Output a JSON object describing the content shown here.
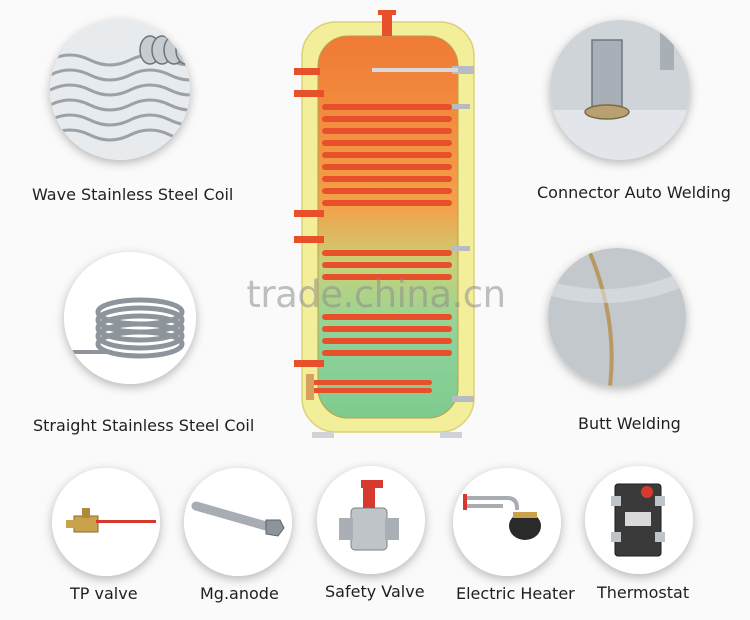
{
  "watermark": "trade.china.cn",
  "features": {
    "wave_coil": "Wave Stainless Steel Coil",
    "straight_coil": "Straight Stainless Steel Coil",
    "connector_welding": "Connector Auto Welding",
    "butt_welding": "Butt Welding"
  },
  "components": {
    "tp_valve": "TP valve",
    "mg_anode": "Mg.anode",
    "safety_valve": "Safety Valve",
    "electric_heater": "Electric Heater",
    "thermostat": "Thermostat"
  },
  "colors": {
    "tank_shell": "#f3ee9a",
    "tank_hot": "#f08a3a",
    "tank_cold": "#8fd39a",
    "coil": "#e8502c",
    "steel": "#b8bcc2"
  }
}
